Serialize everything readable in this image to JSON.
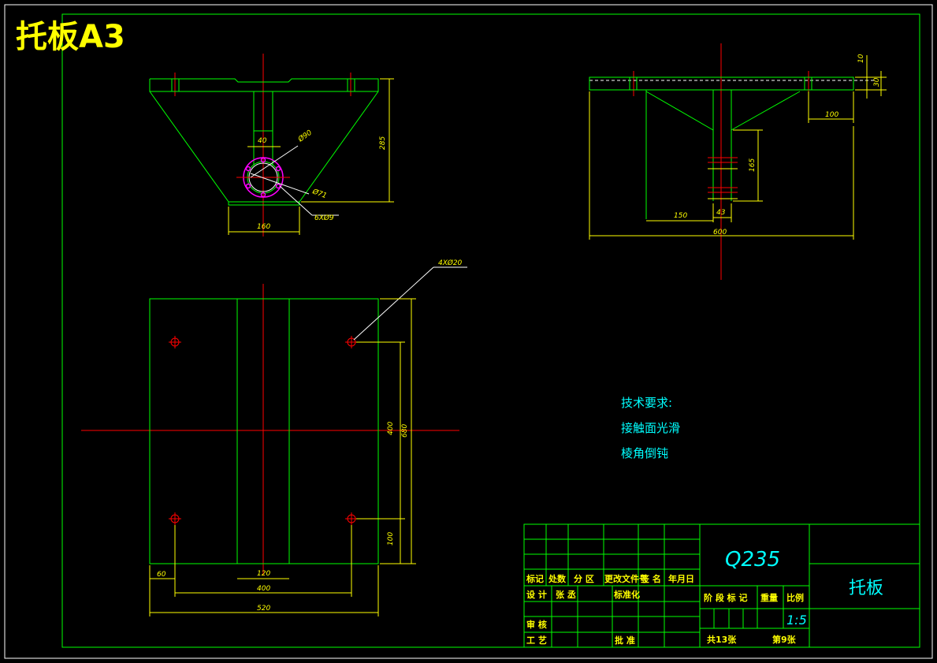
{
  "sheet": {
    "title": "托板A3"
  },
  "top_view": {
    "dims": {
      "w40": "40",
      "d90": "Ø90",
      "d71": "Ø71",
      "holes": "6XØ9",
      "w160": "160",
      "h285": "285"
    }
  },
  "side_view": {
    "dims": {
      "t10": "10",
      "t30": "30",
      "w100": "100",
      "h165": "165",
      "w150": "150",
      "w43": "43",
      "w600": "600"
    }
  },
  "plan_view": {
    "dims": {
      "holes": "4XØ20",
      "h400": "400",
      "h680": "680",
      "h100": "100",
      "w60": "60",
      "w120": "120",
      "w400": "400",
      "w520": "520"
    }
  },
  "tech_notes": {
    "heading": "技术要求:",
    "lines": [
      "接触面光滑",
      "棱角倒钝"
    ]
  },
  "title_block": {
    "material": "Q235",
    "part_name": "托板",
    "headers": [
      "标记",
      "处数",
      "分 区",
      "更改文件号",
      "签 名",
      "年月日"
    ],
    "design_label": "设 计",
    "designer": "张 丞",
    "standard_label": "标准化",
    "review_label": "审 核",
    "process_label": "工 艺",
    "approve_label": "批 准",
    "stage_label": "阶 段 标 记",
    "weight_label": "重量",
    "scale_label": "比例",
    "scale_value": "1:5",
    "total_sheets": "共13张",
    "sheet_no": "第9张"
  },
  "colors": {
    "outline": "#00ff00",
    "dimension": "#ffff00",
    "centerline": "#ff0000",
    "text": "#00ffff",
    "border": "#ffffff",
    "holes": "#ff00ff"
  }
}
